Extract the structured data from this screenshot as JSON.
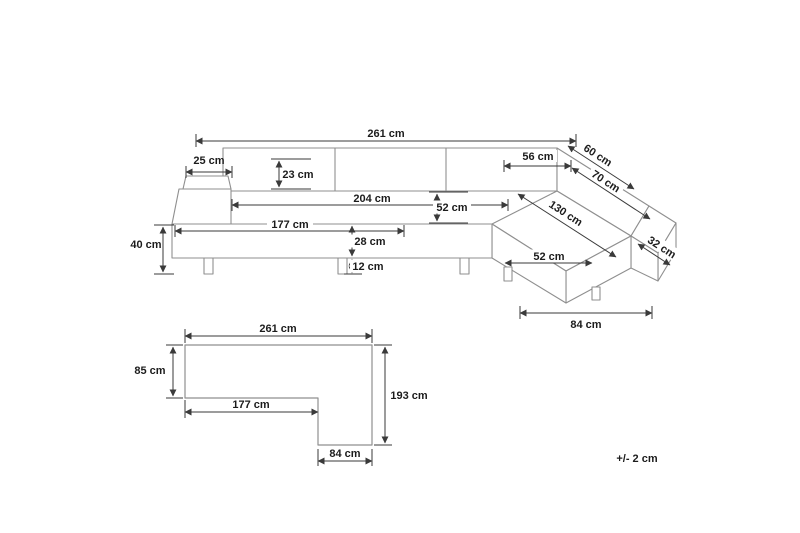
{
  "tolerance": "+/- 2 cm",
  "perspective": {
    "overall_width": "261 cm",
    "headrest_width": "25 cm",
    "backrest_cushion_height": "23 cm",
    "corner_section_width": "56 cm",
    "corner_back_width": "60 cm",
    "corner_depth": "70 cm",
    "seat_area_width": "204 cm",
    "seat_depth": "52 cm",
    "chaise_length": "130 cm",
    "seat_front_width": "177 cm",
    "seat_height": "40 cm",
    "base_height": "28 cm",
    "leg_height": "12 cm",
    "chaise_seat_width": "52 cm",
    "chaise_arm_depth": "32 cm",
    "chaise_outer_width": "84 cm"
  },
  "plan": {
    "overall_width": "261 cm",
    "body_depth": "85 cm",
    "inner_width": "177 cm",
    "overall_depth": "193 cm",
    "chaise_width": "84 cm"
  }
}
